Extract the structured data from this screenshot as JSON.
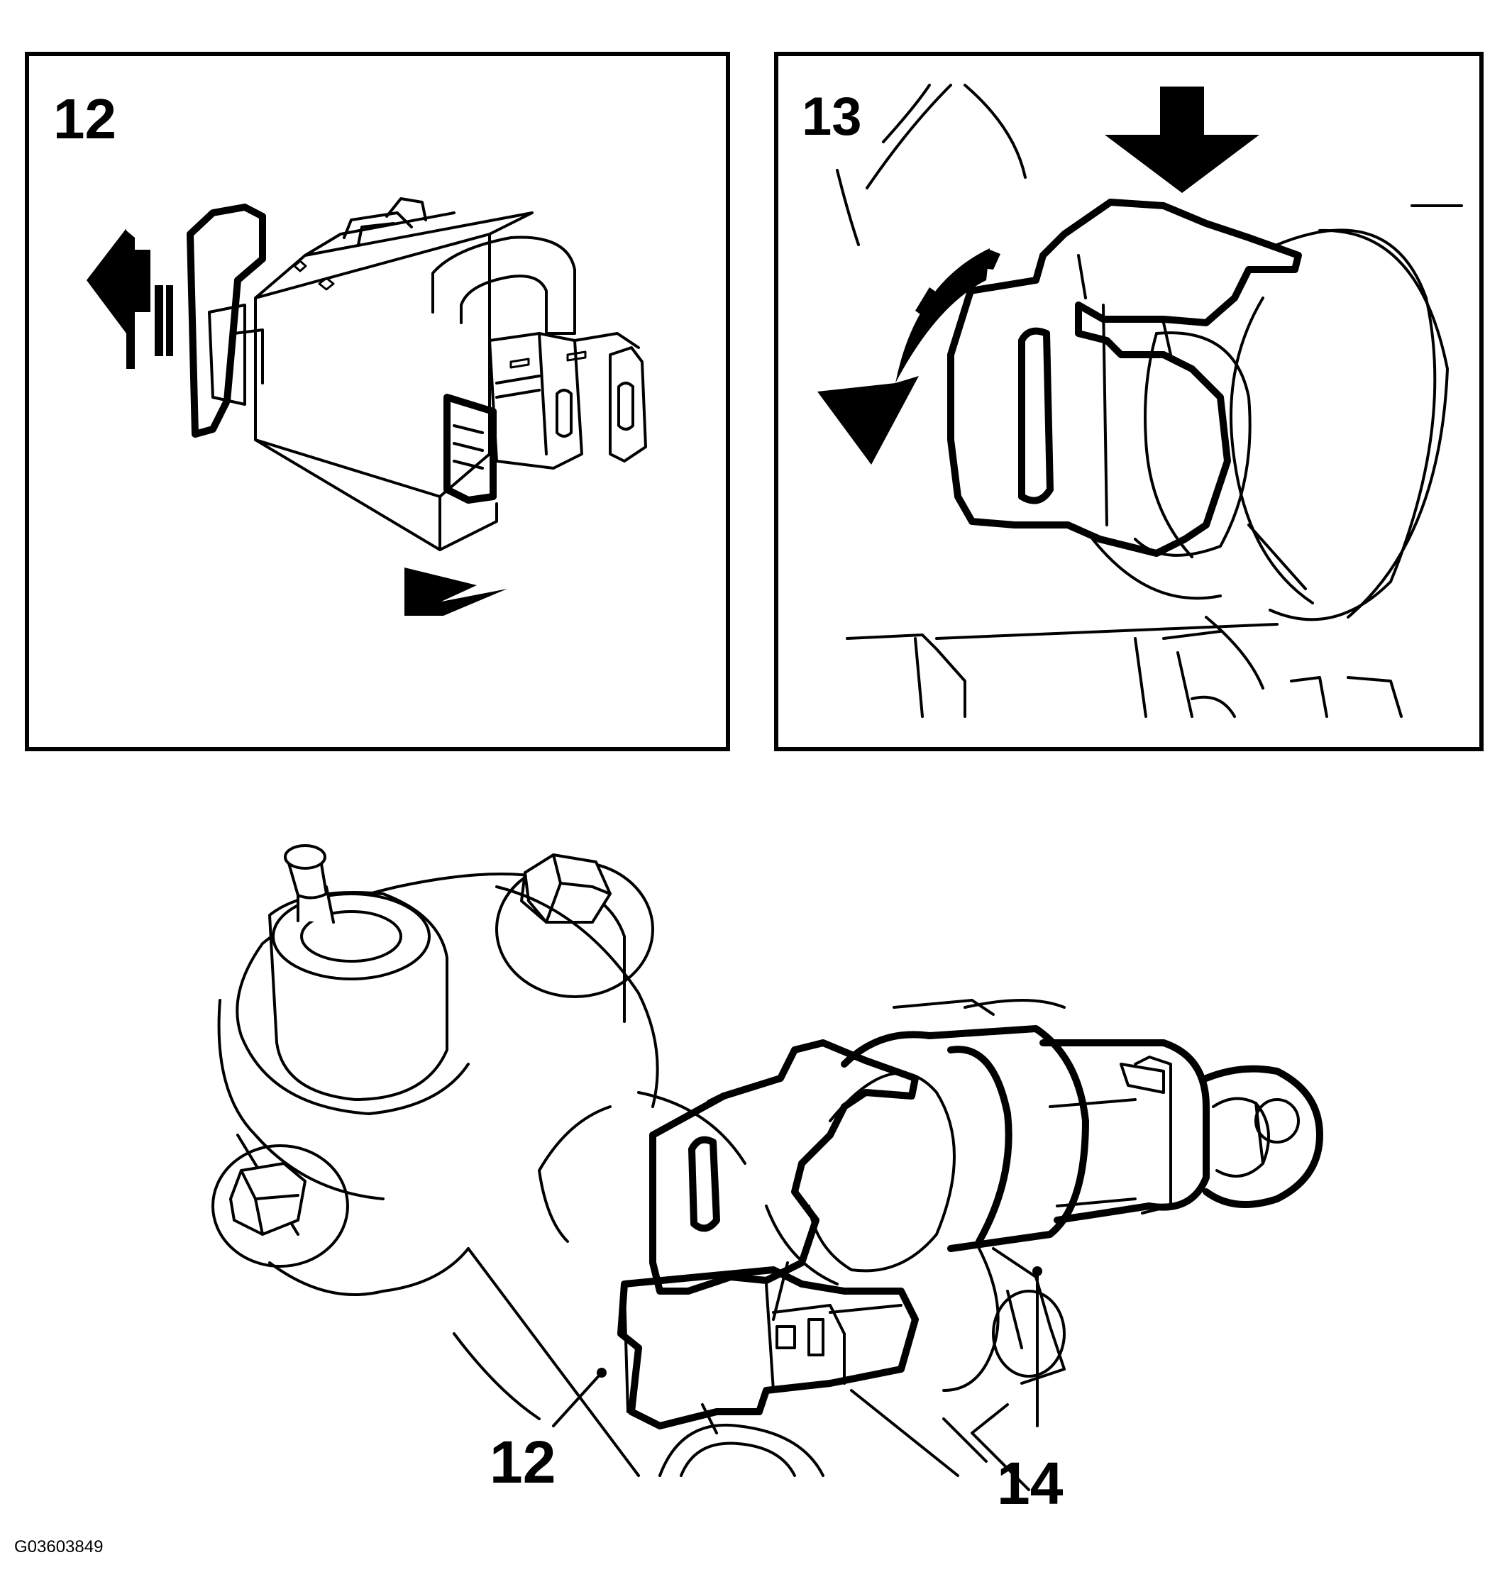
{
  "panels": [
    {
      "id": "panel-12",
      "step_label": "12"
    },
    {
      "id": "panel-13",
      "step_label": "13"
    }
  ],
  "callouts": [
    {
      "label": "12"
    },
    {
      "label": "14"
    }
  ],
  "figure_code": "G03603849",
  "colors": {
    "ink": "#000000",
    "paper": "#ffffff"
  }
}
